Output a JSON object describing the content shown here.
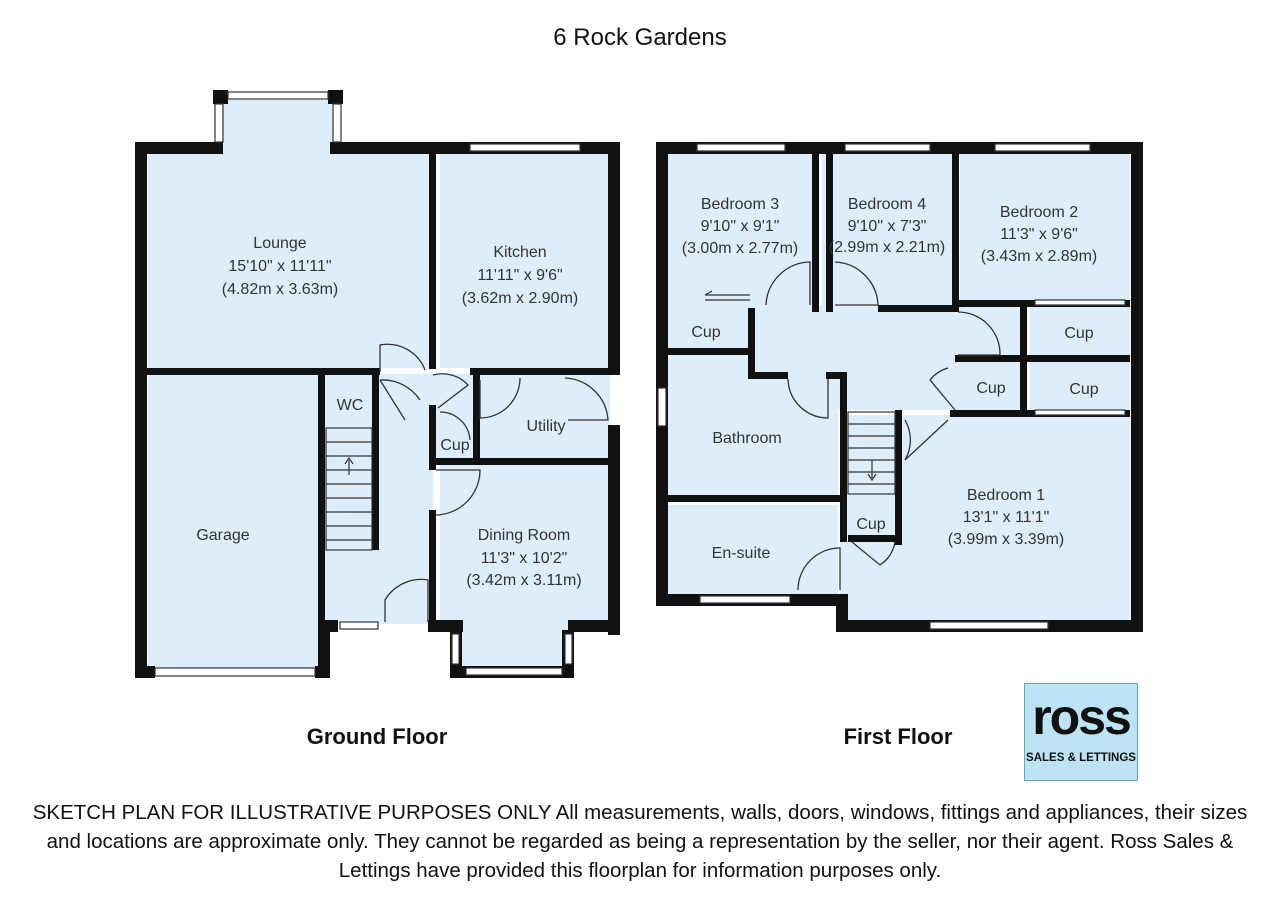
{
  "title": "6 Rock Gardens",
  "ground_floor": {
    "label": "Ground Floor",
    "rooms": {
      "lounge": {
        "name": "Lounge",
        "imperial": "15'10\" x 11'11\"",
        "metric": "(4.82m x 3.63m)"
      },
      "kitchen": {
        "name": "Kitchen",
        "imperial": "11'11\" x 9'6\"",
        "metric": "(3.62m x 2.90m)"
      },
      "wc": {
        "name": "WC"
      },
      "utility": {
        "name": "Utility"
      },
      "cup": {
        "name": "Cup"
      },
      "garage": {
        "name": "Garage"
      },
      "dining": {
        "name": "Dining Room",
        "imperial": "11'3\" x 10'2\"",
        "metric": "(3.42m x 3.11m)"
      }
    }
  },
  "first_floor": {
    "label": "First Floor",
    "rooms": {
      "bedroom3": {
        "name": "Bedroom 3",
        "imperial": "9'10\" x 9'1\"",
        "metric": "(3.00m x 2.77m)"
      },
      "bedroom4": {
        "name": "Bedroom 4",
        "imperial": "9'10\" x 7'3\"",
        "metric": "(2.99m x 2.21m)"
      },
      "bedroom2": {
        "name": "Bedroom 2",
        "imperial": "11'3\" x 9'6\"",
        "metric": "(3.43m x 2.89m)"
      },
      "bedroom1": {
        "name": "Bedroom 1",
        "imperial": "13'1\" x 11'1\"",
        "metric": "(3.99m x 3.39m)"
      },
      "bathroom": {
        "name": "Bathroom"
      },
      "ensuite": {
        "name": "En-suite"
      },
      "cup_a": {
        "name": "Cup"
      },
      "cup_b": {
        "name": "Cup"
      },
      "cup_c": {
        "name": "Cup"
      },
      "cup_d": {
        "name": "Cup"
      },
      "cup_e": {
        "name": "Cup"
      }
    }
  },
  "logo": {
    "name": "ross",
    "tagline": "SALES & LETTINGS"
  },
  "disclaimer": "SKETCH PLAN FOR ILLUSTRATIVE PURPOSES ONLY All measurements, walls, doors, windows, fittings and appliances, their sizes and locations are approximate only. They cannot be regarded as being a representation by the seller, nor their agent. Ross Sales & Lettings have provided this floorplan for information purposes only.",
  "colors": {
    "room_fill": "#ddeefa",
    "wall": "#111111",
    "logo_bg": "#bde3f5"
  }
}
